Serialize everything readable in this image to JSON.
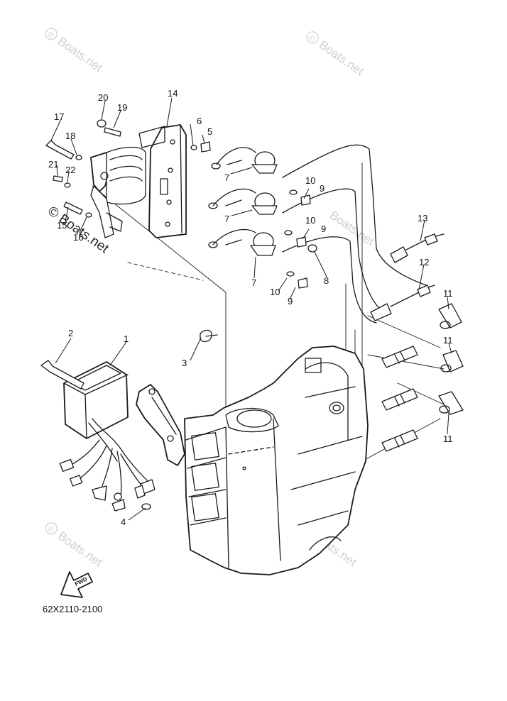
{
  "diagram": {
    "part_numbers": [
      "1",
      "2",
      "3",
      "4",
      "5",
      "6",
      "7",
      "8",
      "9",
      "10",
      "11",
      "12",
      "13",
      "14",
      "15",
      "16",
      "17",
      "18",
      "19",
      "20",
      "21",
      "22"
    ],
    "diagram_code": "62X2110-2100",
    "direction_marker": "FWD",
    "watermark": "© Boats.net",
    "watermark_light": "Boats.net",
    "watermark_symbol": "©"
  }
}
